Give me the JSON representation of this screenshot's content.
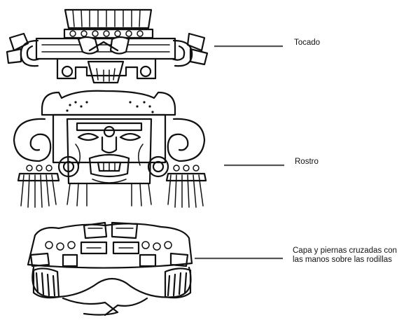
{
  "labels": {
    "tocado": "Tocado",
    "rostro": "Rostro",
    "capa_line1": "Capa y piernas cruzadas con",
    "capa_line2": "las manos sobre las rodillas"
  },
  "colors": {
    "ink": "#111111",
    "leader": "#555555",
    "background": "#ffffff"
  }
}
